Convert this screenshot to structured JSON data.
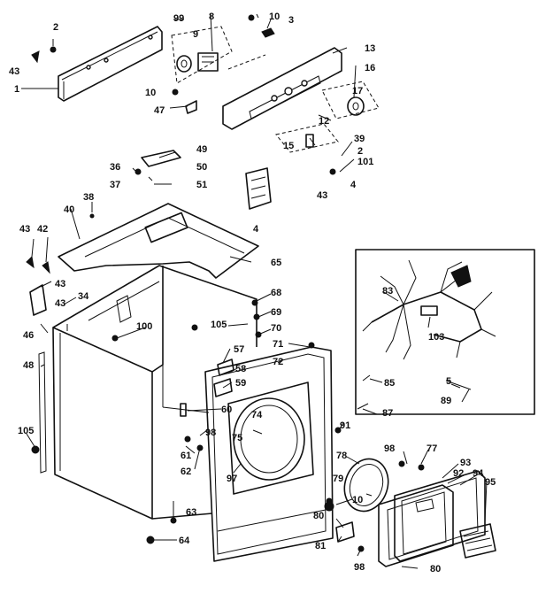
{
  "labels": {
    "l1": "1",
    "l2": "2",
    "l3": "3",
    "l4": "4",
    "l8": "8",
    "l9": "9",
    "l10a": "10",
    "l10b": "10",
    "l10c": "10",
    "l12": "12",
    "l13": "13",
    "l15": "15",
    "l16": "16",
    "l17": "17",
    "l2b": "2",
    "l36": "36",
    "l37": "37",
    "l38": "38",
    "l39": "39",
    "l40": "40",
    "l42": "42",
    "l43a": "43",
    "l43b": "43",
    "l43c": "43",
    "l43d": "43",
    "l43e": "43",
    "l46": "46",
    "l47": "47",
    "l48": "48",
    "l49": "49",
    "l50": "50",
    "l51": "51",
    "l34": "34",
    "l57": "57",
    "l58": "58",
    "l59": "59",
    "l60": "60",
    "l61": "61",
    "l62": "62",
    "l63": "63",
    "l64": "64",
    "l65": "65",
    "l68": "68",
    "l69": "69",
    "l70": "70",
    "l71": "71",
    "l72": "72",
    "l74": "74",
    "l75": "75",
    "l77": "77",
    "l78": "78",
    "l79": "79",
    "l80a": "80",
    "l80b": "80",
    "l81": "81",
    "l83": "83",
    "l85": "85",
    "l87": "87",
    "l89": "89",
    "l91": "91",
    "l92": "92",
    "l93": "93",
    "l94": "94",
    "l95": "95",
    "l97": "97",
    "l98a": "98",
    "l98b": "98",
    "l98c": "98",
    "l99": "99",
    "l100": "100",
    "l101": "101",
    "l103": "103",
    "l105a": "105",
    "l105b": "105",
    "l5": "5",
    "l4b": "4"
  }
}
